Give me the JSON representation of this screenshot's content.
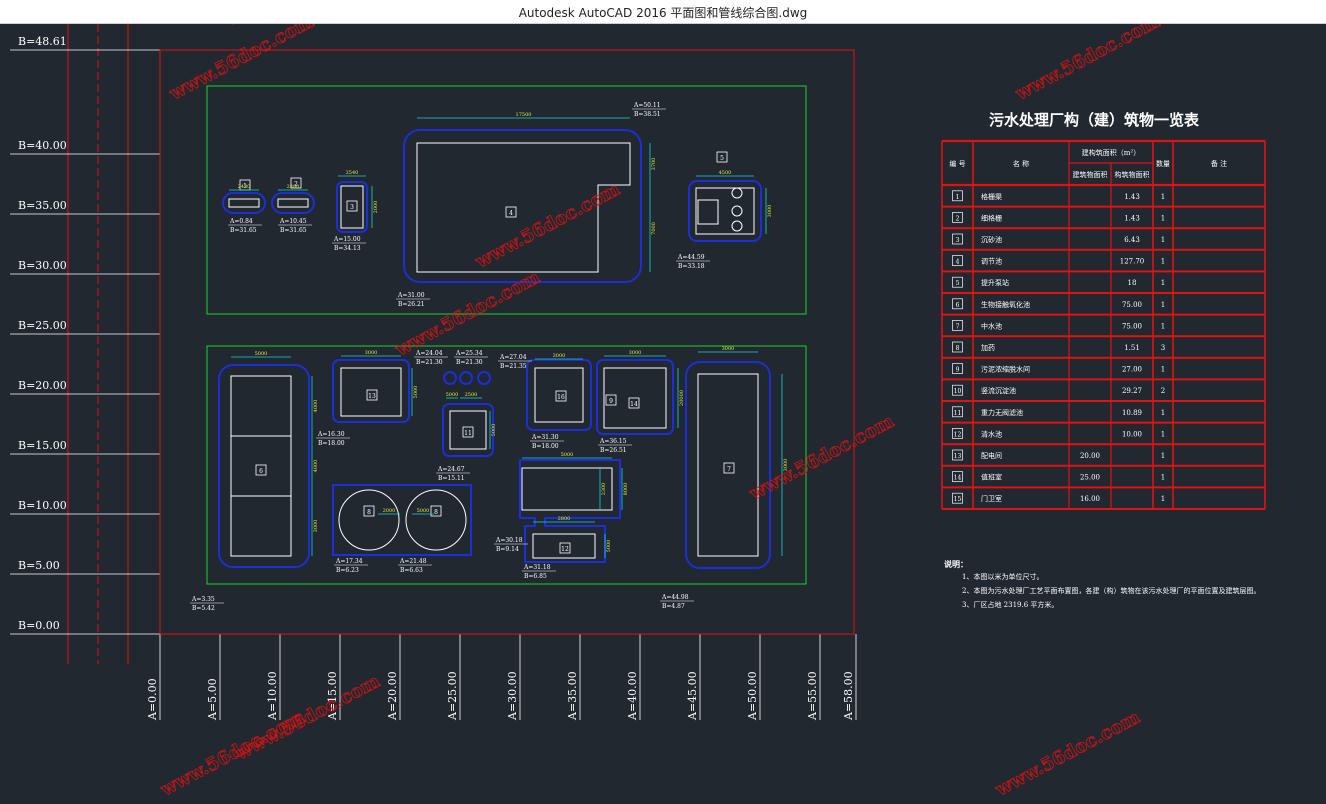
{
  "window": {
    "title": "Autodesk AutoCAD 2016     平面图和管线综合图.dwg"
  },
  "colors": {
    "background": "#212830",
    "grid": "#ffffff",
    "red": "#e01212",
    "green": "#1fd12a",
    "blue": "#1c2fd6",
    "cyan": "#14d4d4",
    "yellow": "#e8e83a"
  },
  "axes": {
    "b_labels": [
      "B=48.61",
      "B=40.00",
      "B=35.00",
      "B=30.00",
      "B=25.00",
      "B=20.00",
      "B=15.00",
      "B=10.00",
      "B=5.00",
      "B=0.00"
    ],
    "a_labels": [
      "A=0.00",
      "A=5.00",
      "A=10.00",
      "A=15.00",
      "A=20.00",
      "A=25.00",
      "A=30.00",
      "A=35.00",
      "A=40.00",
      "A=45.00",
      "A=50.00",
      "A=55.00",
      "A=58.00"
    ]
  },
  "plan": {
    "items": [
      {
        "id": "1",
        "label": "1"
      },
      {
        "id": "2",
        "label": "2"
      },
      {
        "id": "3",
        "label": "3"
      },
      {
        "id": "4",
        "label": "4"
      },
      {
        "id": "5",
        "label": "5"
      },
      {
        "id": "6",
        "label": "6"
      },
      {
        "id": "7",
        "label": "7"
      },
      {
        "id": "8a",
        "label": "8"
      },
      {
        "id": "8b",
        "label": "8"
      },
      {
        "id": "9",
        "label": "9"
      },
      {
        "id": "11",
        "label": "11"
      },
      {
        "id": "12",
        "label": "12"
      },
      {
        "id": "13",
        "label": "13"
      },
      {
        "id": "14",
        "label": "14"
      },
      {
        "id": "16",
        "label": "16"
      }
    ],
    "dims": [
      "17500",
      "3700",
      "7000",
      "2540",
      "2000",
      "2430",
      "2380",
      "4500",
      "3000",
      "5000",
      "3000",
      "5000",
      "4000",
      "4000",
      "3000",
      "3000",
      "3000",
      "5000",
      "5000",
      "2500",
      "2300",
      "8000",
      "2800",
      "5000",
      "3000",
      "3000",
      "2000",
      "5000",
      "20000",
      "5000",
      "5000",
      "5000",
      "4000",
      "3000",
      "3000"
    ],
    "coords": [
      {
        "a": "A=0.84",
        "b": "B=31.65"
      },
      {
        "a": "A=10.45",
        "b": "B=31.65"
      },
      {
        "a": "A=15.00",
        "b": "B=34.13"
      },
      {
        "a": "A=31.00",
        "b": "B=26.21"
      },
      {
        "a": "A=50.11",
        "b": "B=38.51"
      },
      {
        "a": "A=44.59",
        "b": "B=33.18"
      },
      {
        "a": "A=16.30",
        "b": "B=18.00"
      },
      {
        "a": "A=24.04",
        "b": "B=21.30"
      },
      {
        "a": "A=25.34",
        "b": "B=21.30"
      },
      {
        "a": "A=27.04",
        "b": "B=21.35"
      },
      {
        "a": "A=31.30",
        "b": "B=18.00"
      },
      {
        "a": "A=36.15",
        "b": "B=26.51"
      },
      {
        "a": "A=24.67",
        "b": "B=15.11"
      },
      {
        "a": "A=30.18",
        "b": "B=9.14"
      },
      {
        "a": "A=31.18",
        "b": "B=6.85"
      },
      {
        "a": "A=17.34",
        "b": "B=6.23"
      },
      {
        "a": "A=21.48",
        "b": "B=6.63"
      },
      {
        "a": "A=3.35",
        "b": "B=5.42"
      },
      {
        "a": "A=44.98",
        "b": "B=4.87"
      }
    ]
  },
  "table": {
    "title": "污水处理厂构（建）筑物一览表",
    "headers": {
      "no": "编 号",
      "name": "名 称",
      "area": "建构筑面积（m²）",
      "build_area": "建筑物面积",
      "struct_area": "构筑物面积",
      "qty": "数量",
      "note": "备 注"
    },
    "rows": [
      {
        "no": "1",
        "name": "格栅渠",
        "build": "",
        "struct": "1.43",
        "qty": "1"
      },
      {
        "no": "2",
        "name": "细格栅",
        "build": "",
        "struct": "1.43",
        "qty": "1"
      },
      {
        "no": "3",
        "name": "沉砂池",
        "build": "",
        "struct": "6.43",
        "qty": "1"
      },
      {
        "no": "4",
        "name": "调节池",
        "build": "",
        "struct": "127.70",
        "qty": "1"
      },
      {
        "no": "5",
        "name": "提升泵站",
        "build": "",
        "struct": "18",
        "qty": "1"
      },
      {
        "no": "6",
        "name": "生物接触氧化池",
        "build": "",
        "struct": "75.00",
        "qty": "1"
      },
      {
        "no": "7",
        "name": "中水池",
        "build": "",
        "struct": "75.00",
        "qty": "1"
      },
      {
        "no": "8",
        "name": "加药",
        "build": "",
        "struct": "1.51",
        "qty": "3"
      },
      {
        "no": "9",
        "name": "污泥浓缩脱水间",
        "build": "",
        "struct": "27.00",
        "qty": "1"
      },
      {
        "no": "10",
        "name": "竖流沉淀池",
        "build": "",
        "struct": "29.27",
        "qty": "2"
      },
      {
        "no": "11",
        "name": "重力无阀滤池",
        "build": "",
        "struct": "10.89",
        "qty": "1"
      },
      {
        "no": "12",
        "name": "清水池",
        "build": "",
        "struct": "10.00",
        "qty": "1"
      },
      {
        "no": "13",
        "name": "配电间",
        "build": "20.00",
        "struct": "",
        "qty": "1"
      },
      {
        "no": "14",
        "name": "值班室",
        "build": "25.00",
        "struct": "",
        "qty": "1"
      },
      {
        "no": "15",
        "name": "门卫室",
        "build": "16.00",
        "struct": "",
        "qty": "1"
      }
    ]
  },
  "notes": {
    "title": "说明：",
    "lines": [
      "1、本图以米为单位尺寸。",
      "2、本图为污水处理厂工艺平面布置图，各建（构）筑物在该污水处理厂的平面位置及建筑层图。",
      "3、厂区占地 2319.6 平方米。"
    ]
  },
  "watermark": "www.56doc.com"
}
